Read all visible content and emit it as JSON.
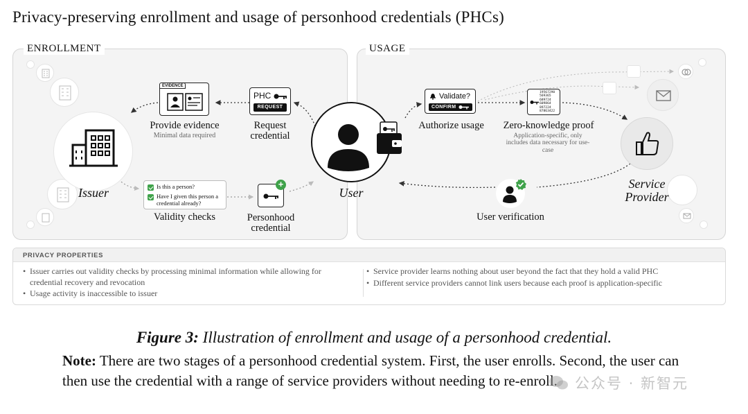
{
  "title": "Privacy-preserving enrollment and usage of personhood credentials (PHCs)",
  "enrollment": {
    "label": "ENROLLMENT",
    "evidence_tag": "EVIDENCE",
    "provide_evidence": "Provide evidence",
    "provide_evidence_sub": "Minimal data required",
    "phc_label": "PHC",
    "request_button": "REQUEST",
    "request_credential": "Request\ncredential",
    "issuer": "Issuer",
    "check_1": "Is this a person?",
    "check_2": "Have I given this person a credential already?",
    "validity_checks": "Validity checks",
    "personhood_credential": "Personhood\ncredential"
  },
  "user": {
    "label": "User"
  },
  "usage": {
    "label": "USAGE",
    "validate": "Validate?",
    "confirm_button": "CONFIRM",
    "authorize_usage": "Authorize usage",
    "zkp": "Zero-knowledge proof",
    "zkp_sub": "Application-specific, only includes data necessary for use-case",
    "zkp_numbers": [
      "19567290",
      "569365",
      "689724",
      "609864",
      "897224",
      "87863422"
    ],
    "service_provider": "Service\nProvider",
    "user_verification": "User verification"
  },
  "privacy": {
    "header": "PRIVACY PROPERTIES",
    "left": [
      "Issuer carries out validity checks by processing minimal information while allowing for credential recovery and revocation",
      "Usage activity is inaccessible to issuer"
    ],
    "right": [
      "Service provider learns nothing about user beyond the fact that they hold a valid PHC",
      "Different service providers cannot link users because each proof is application-specific"
    ]
  },
  "caption": {
    "figure": "Figure 3:",
    "text": "Illustration of enrollment and usage of a personhood credential."
  },
  "note": {
    "label": "Note:",
    "text": "There are two stages of a personhood credential system. First, the user enrolls. Second, the user can then use the credential with a range of service providers without needing to re-enroll."
  },
  "watermark": "公众号 · 新智元",
  "colors": {
    "check_green": "#3fa24a",
    "panel_bg": "#f4f4f4",
    "ink": "#111111"
  }
}
